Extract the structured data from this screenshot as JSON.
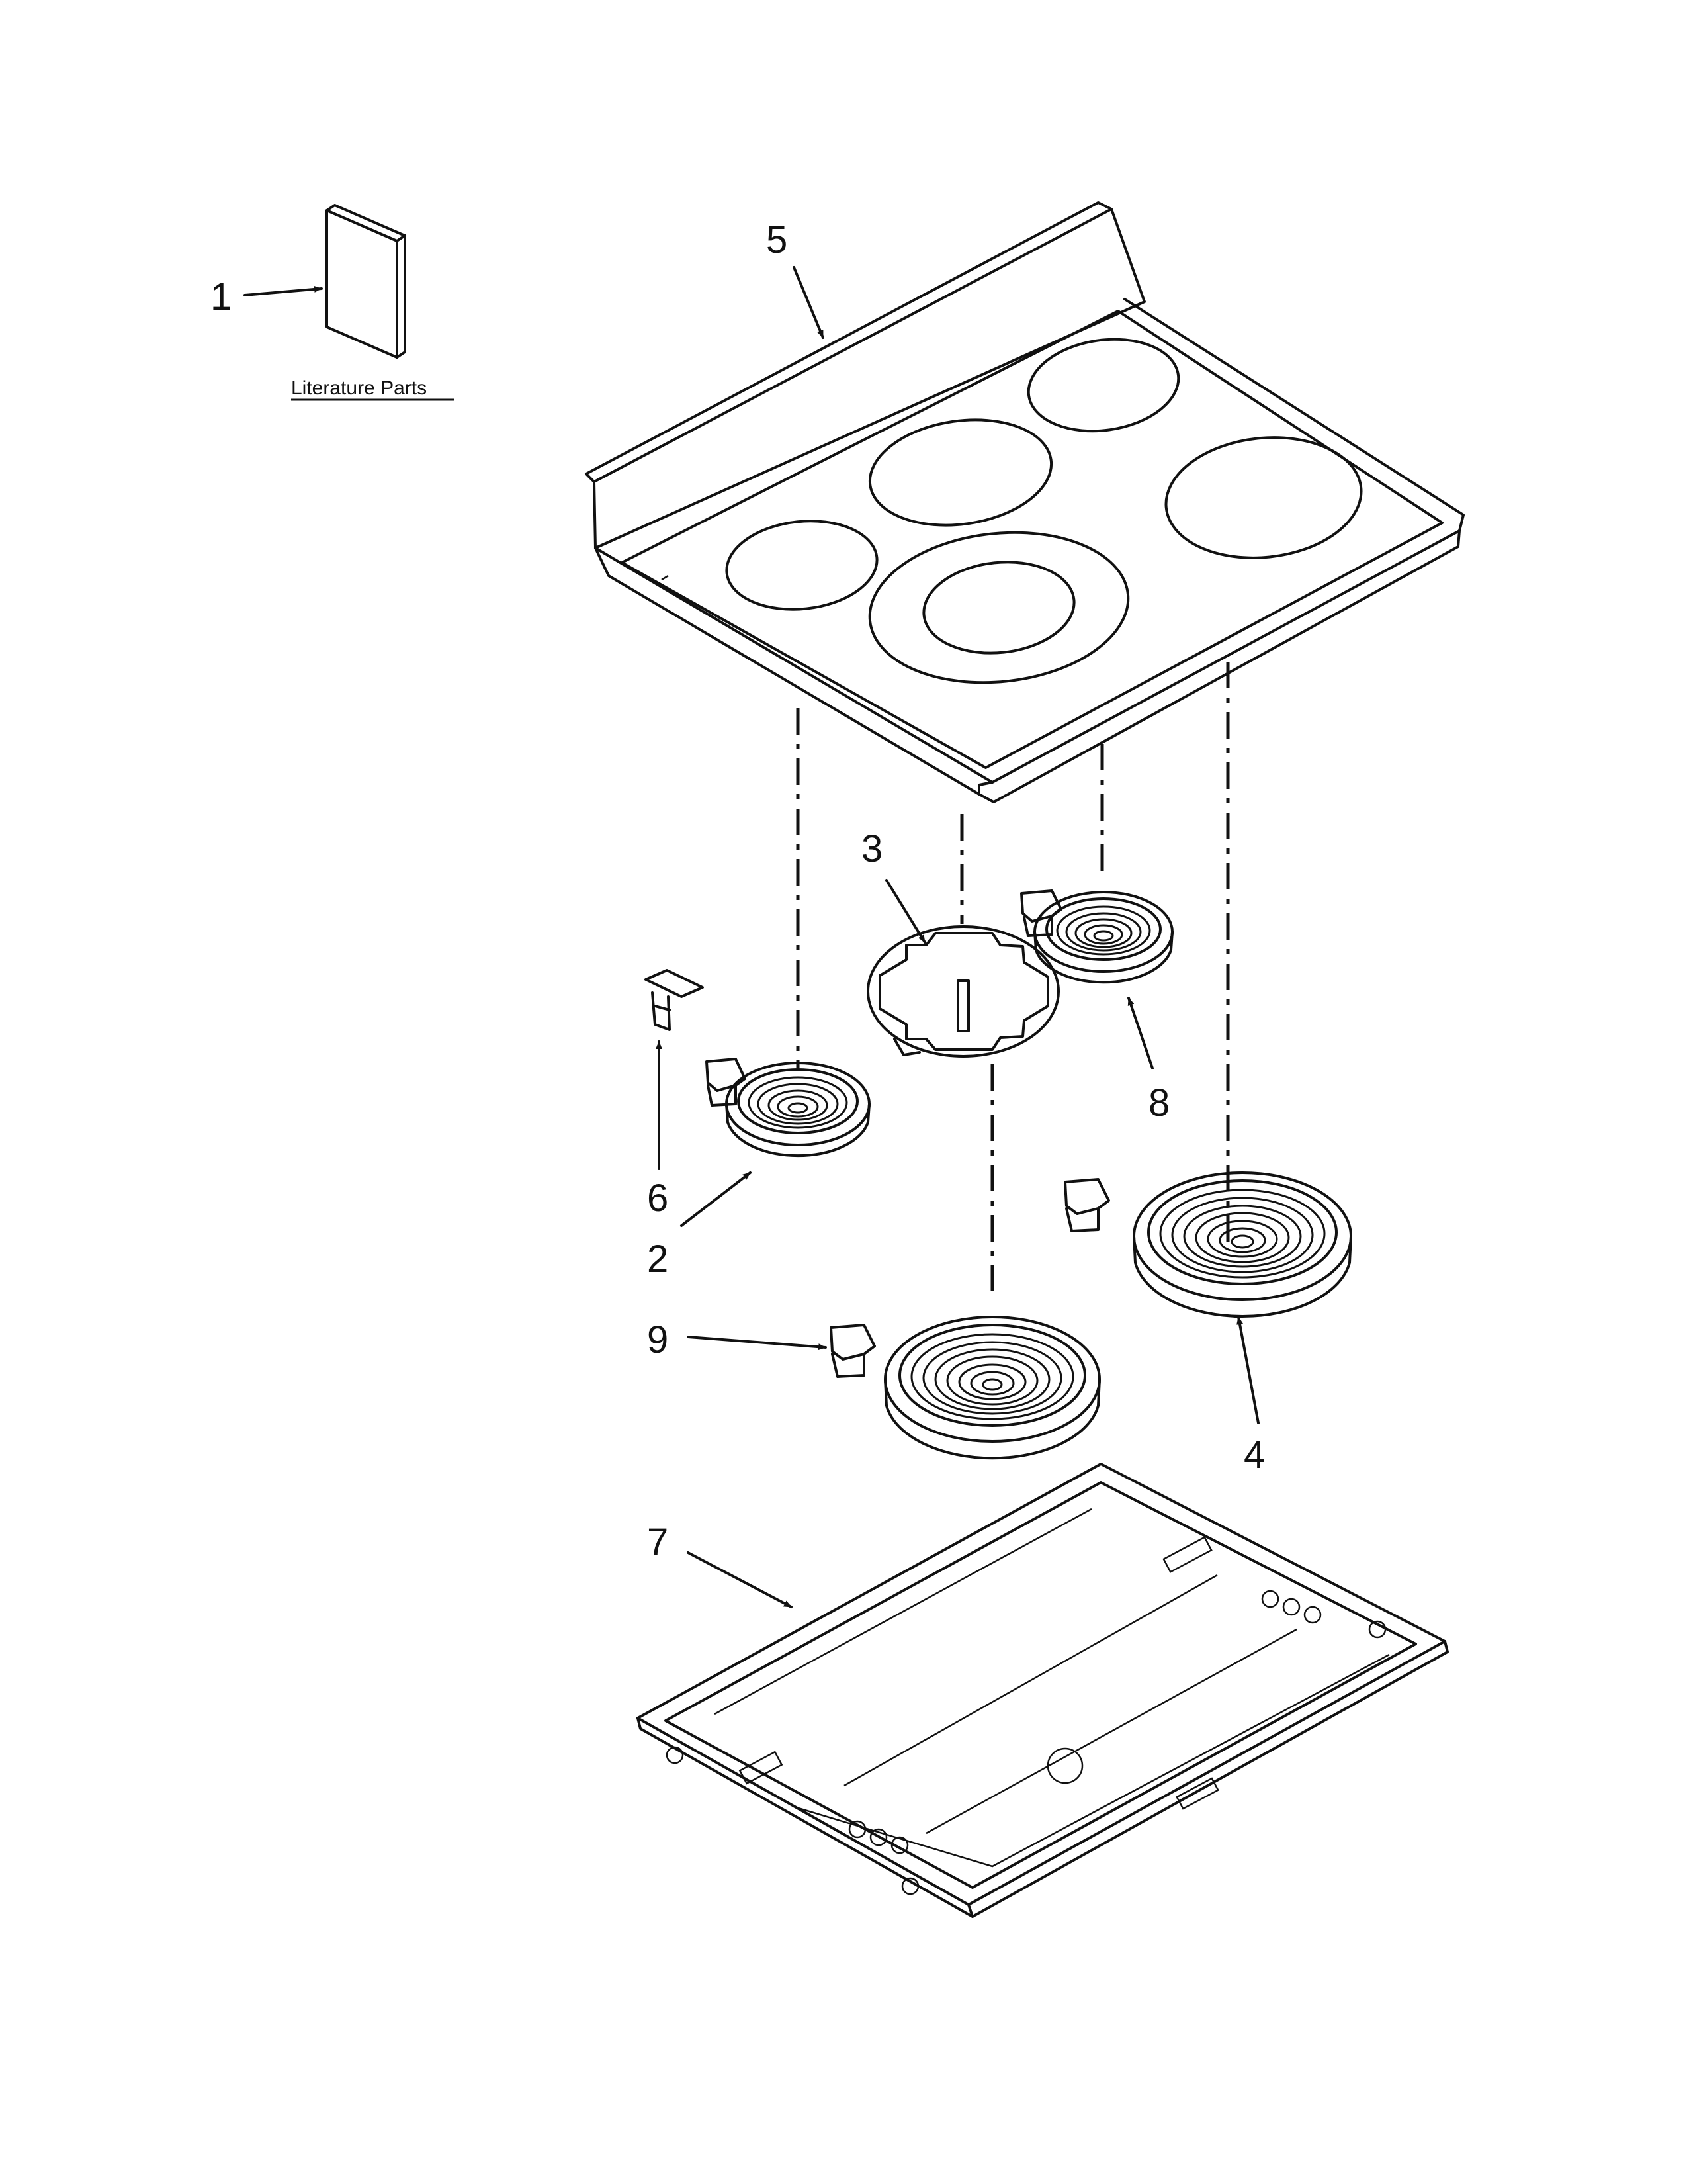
{
  "callouts": {
    "c1": "1",
    "c2": "2",
    "c3": "3",
    "c4": "4",
    "c5": "5",
    "c6": "6",
    "c7": "7",
    "c8": "8",
    "c9": "9"
  },
  "literature_label": "Literature Parts",
  "colors": {
    "line": "#111111",
    "background": "#ffffff"
  }
}
